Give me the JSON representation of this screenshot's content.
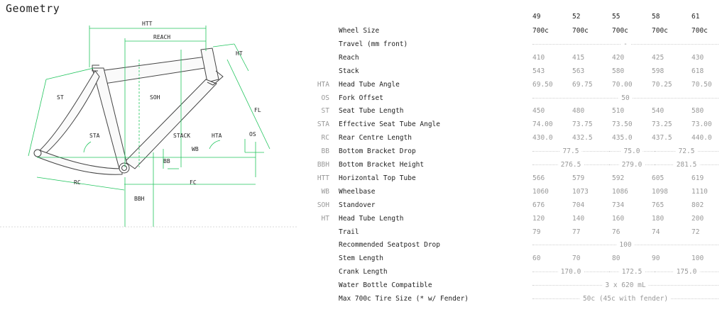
{
  "title": "Geometry",
  "accent_color": "#22c55e",
  "diagram": {
    "labels": {
      "htt": "HTT",
      "reach": "REACH",
      "ht": "HT",
      "st": "ST",
      "soh": "SOH",
      "fl": "FL",
      "sta": "STA",
      "stack": "STACK",
      "hta": "HTA",
      "os": "OS",
      "wb": "WB",
      "bb": "BB",
      "rc": "RC",
      "fc": "FC",
      "bbh": "BBH"
    }
  },
  "sizes": [
    "49",
    "52",
    "55",
    "58",
    "61"
  ],
  "rows": [
    {
      "abbr": "",
      "label": "Wheel Size",
      "values": [
        "700c",
        "700c",
        "700c",
        "700c",
        "700c"
      ],
      "dark": true
    },
    {
      "abbr": "",
      "label": "Travel (mm front)",
      "span_all": "-"
    },
    {
      "abbr": "",
      "label": "Reach",
      "values": [
        "410",
        "415",
        "420",
        "425",
        "430"
      ]
    },
    {
      "abbr": "",
      "label": "Stack",
      "values": [
        "543",
        "563",
        "580",
        "598",
        "618"
      ]
    },
    {
      "abbr": "HTA",
      "label": "Head Tube Angle",
      "values": [
        "69.50",
        "69.75",
        "70.00",
        "70.25",
        "70.50"
      ]
    },
    {
      "abbr": "OS",
      "label": "Fork Offset",
      "span_all": "50"
    },
    {
      "abbr": "ST",
      "label": "Seat Tube Length",
      "values": [
        "450",
        "480",
        "510",
        "540",
        "580"
      ]
    },
    {
      "abbr": "STA",
      "label": "Effective Seat Tube Angle",
      "values": [
        "74.00",
        "73.75",
        "73.50",
        "73.25",
        "73.00"
      ]
    },
    {
      "abbr": "RC",
      "label": "Rear Centre Length",
      "values": [
        "430.0",
        "432.5",
        "435.0",
        "437.5",
        "440.0"
      ]
    },
    {
      "abbr": "BB",
      "label": "Bottom Bracket Drop",
      "pairs": [
        "77.5",
        "75.0",
        "72.5"
      ]
    },
    {
      "abbr": "BBH",
      "label": "Bottom Bracket Height",
      "pairs": [
        "276.5",
        "279.0",
        "281.5"
      ]
    },
    {
      "abbr": "HTT",
      "label": "Horizontal Top Tube",
      "values": [
        "566",
        "579",
        "592",
        "605",
        "619"
      ]
    },
    {
      "abbr": "WB",
      "label": "Wheelbase",
      "values": [
        "1060",
        "1073",
        "1086",
        "1098",
        "1110"
      ]
    },
    {
      "abbr": "SOH",
      "label": "Standover",
      "values": [
        "676",
        "704",
        "734",
        "765",
        "802"
      ]
    },
    {
      "abbr": "HT",
      "label": "Head Tube Length",
      "values": [
        "120",
        "140",
        "160",
        "180",
        "200"
      ]
    },
    {
      "abbr": "",
      "label": "Trail",
      "values": [
        "79",
        "77",
        "76",
        "74",
        "72"
      ]
    },
    {
      "abbr": "",
      "label": "Recommended Seatpost Drop",
      "span_all": "100"
    },
    {
      "abbr": "",
      "label": "Stem Length",
      "values": [
        "60",
        "70",
        "80",
        "90",
        "100"
      ]
    },
    {
      "abbr": "",
      "label": "Crank Length",
      "pairs": [
        "170.0",
        "172.5",
        "175.0"
      ]
    },
    {
      "abbr": "",
      "label": "Water Bottle Compatible",
      "span_all": "3 x 620 mL"
    },
    {
      "abbr": "",
      "label": "Max 700c Tire Size (* w/ Fender)",
      "span_all": "50c (45c with fender)"
    }
  ]
}
